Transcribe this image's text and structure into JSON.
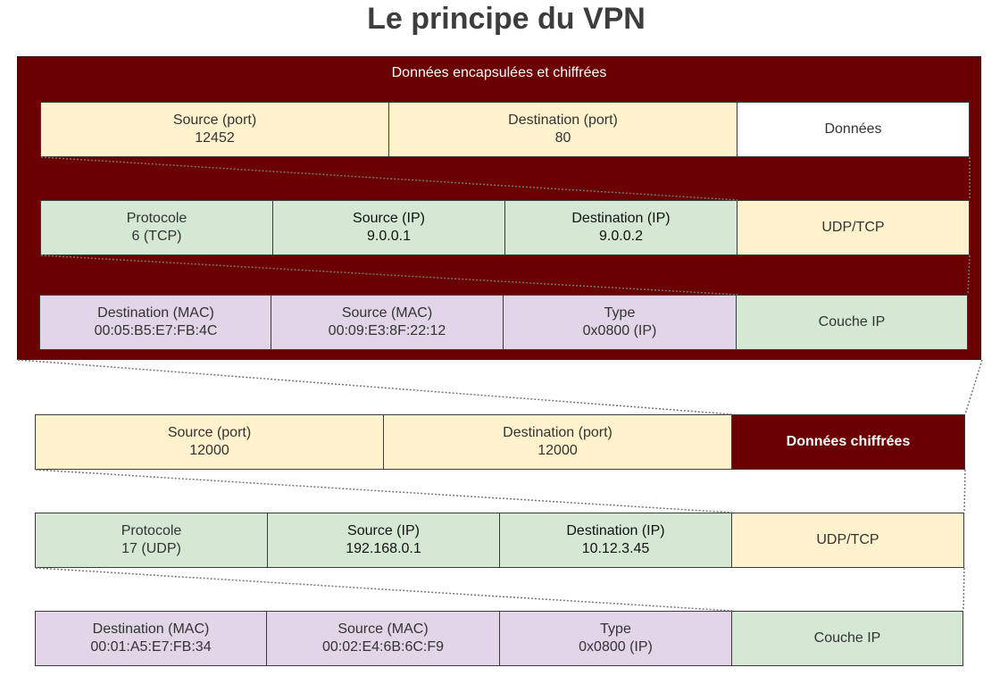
{
  "title": "Le principe du VPN",
  "inner": {
    "label": "Données encapsulées et chiffrées",
    "transport": {
      "source_label": "Source (port)",
      "source_value": "12452",
      "dest_label": "Destination (port)",
      "dest_value": "80",
      "payload": "Données"
    },
    "ip": {
      "proto_label": "Protocole",
      "proto_value": "6 (TCP)",
      "source_label": "Source (IP)",
      "source_value": "9.0.0.1",
      "dest_label": "Destination (IP)",
      "dest_value": "9.0.0.2",
      "payload": "UDP/TCP"
    },
    "ethernet": {
      "dest_label": "Destination (MAC)",
      "dest_value": "00:05:B5:E7:FB:4C",
      "source_label": "Source (MAC)",
      "source_value": "00:09:E3:8F:22:12",
      "type_label": "Type",
      "type_value": "0x0800 (IP)",
      "payload": "Couche IP"
    }
  },
  "outer": {
    "transport": {
      "source_label": "Source (port)",
      "source_value": "12000",
      "dest_label": "Destination (port)",
      "dest_value": "12000",
      "payload": "Données chiffrées"
    },
    "ip": {
      "proto_label": "Protocole",
      "proto_value": "17 (UDP)",
      "source_label": "Source (IP)",
      "source_value": "192.168.0.1",
      "dest_label": "Destination (IP)",
      "dest_value": "10.12.3.45",
      "payload": "UDP/TCP"
    },
    "ethernet": {
      "dest_label": "Destination (MAC)",
      "dest_value": "00:01:A5:E7:FB:34",
      "source_label": "Source (MAC)",
      "source_value": "00:02:E4:6B:6C:F9",
      "type_label": "Type",
      "type_value": "0x0800 (IP)",
      "payload": "Couche IP"
    }
  },
  "colors": {
    "encrypted": "#6b0000",
    "transport": "#fff2cc",
    "ip": "#d5e8d4",
    "ethernet": "#e1d5e7"
  }
}
